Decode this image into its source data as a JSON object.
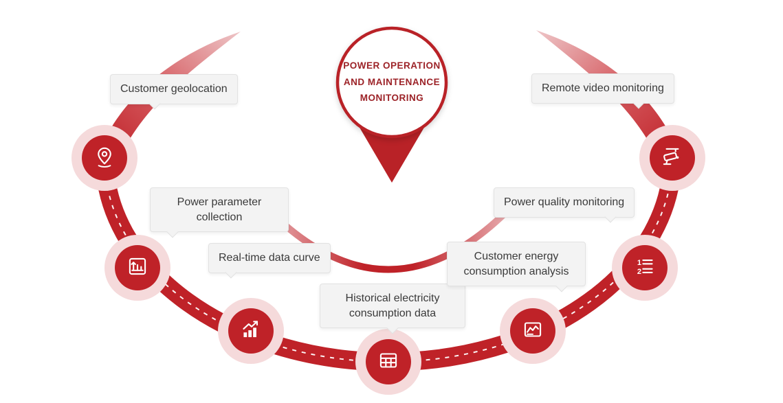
{
  "center": {
    "title_lines": [
      "POWER OPERATION",
      "AND MAINTENANCE",
      "MONITORING"
    ]
  },
  "nodes": [
    {
      "id": "customer-geolocation",
      "label": "Customer geolocation",
      "icon": "location-pin-icon"
    },
    {
      "id": "power-parameter-collection",
      "label": "Power parameter collection",
      "icon": "bar-chart-arrow-box-icon"
    },
    {
      "id": "real-time-data-curve",
      "label": "Real-time data curve",
      "icon": "rising-bar-chart-icon"
    },
    {
      "id": "historical-electricity-consumption-data",
      "label": "Historical electricity consumption data",
      "icon": "data-table-icon"
    },
    {
      "id": "customer-energy-consumption-analysis",
      "label": "Customer energy consumption analysis",
      "icon": "line-chart-frame-icon"
    },
    {
      "id": "power-quality-monitoring",
      "label": "Power quality monitoring",
      "icon": "numbered-list-icon",
      "icon_numbers": [
        "1",
        "2"
      ]
    },
    {
      "id": "remote-video-monitoring",
      "label": "Remote video monitoring",
      "icon": "cctv-camera-icon"
    }
  ],
  "colors": {
    "primary_red": "#bf2228",
    "pin_red": "#b92227",
    "title_red": "#9c2227",
    "halo_pink": "#f5dadb",
    "label_bg": "#f3f3f3",
    "label_border": "#e2e2e2",
    "label_text": "#3a3a3a",
    "dashed_line": "#ffffff"
  }
}
